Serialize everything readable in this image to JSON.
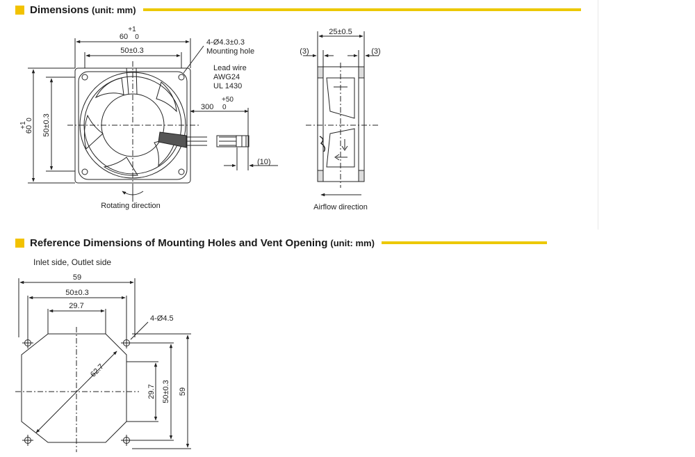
{
  "section1": {
    "title": "Dimensions",
    "unit": "(unit: mm)"
  },
  "section2": {
    "title": "Reference Dimensions of Mounting Holes and Vent Opening",
    "unit": "(unit: mm)"
  },
  "front_view": {
    "overall_tol": "+1",
    "overall_value": "60",
    "overall_tol_low": "0",
    "hole_pitch": "50±0.3",
    "vert_tol": "+1",
    "vert_value": "60",
    "vert_tol_low": "0",
    "vert_pitch": "50±0.3",
    "mounting_hole_spec": "4-Ø4.3±0.3",
    "mounting_hole_label": "Mounting hole",
    "lead_wire": "Lead wire",
    "awg": "AWG24",
    "ul": "UL 1430",
    "lead_len_tol": "+50",
    "lead_len": "300",
    "lead_len_tol_low": "0",
    "strip_len": "(10)",
    "rotating_label": "Rotating direction"
  },
  "side_view": {
    "depth": "25±0.5",
    "flange_left": "(3)",
    "flange_right": "(3)",
    "airflow_label": "Airflow direction"
  },
  "ref_view": {
    "subtitle": "Inlet side, Outlet side",
    "overall_w": "59",
    "pitch_w": "50±0.3",
    "flat_w": "29.7",
    "holes": "4-Ø4.5",
    "diagonal": "62.7",
    "flat_h": "29.7",
    "pitch_h": "50±0.3",
    "overall_h": "59"
  }
}
